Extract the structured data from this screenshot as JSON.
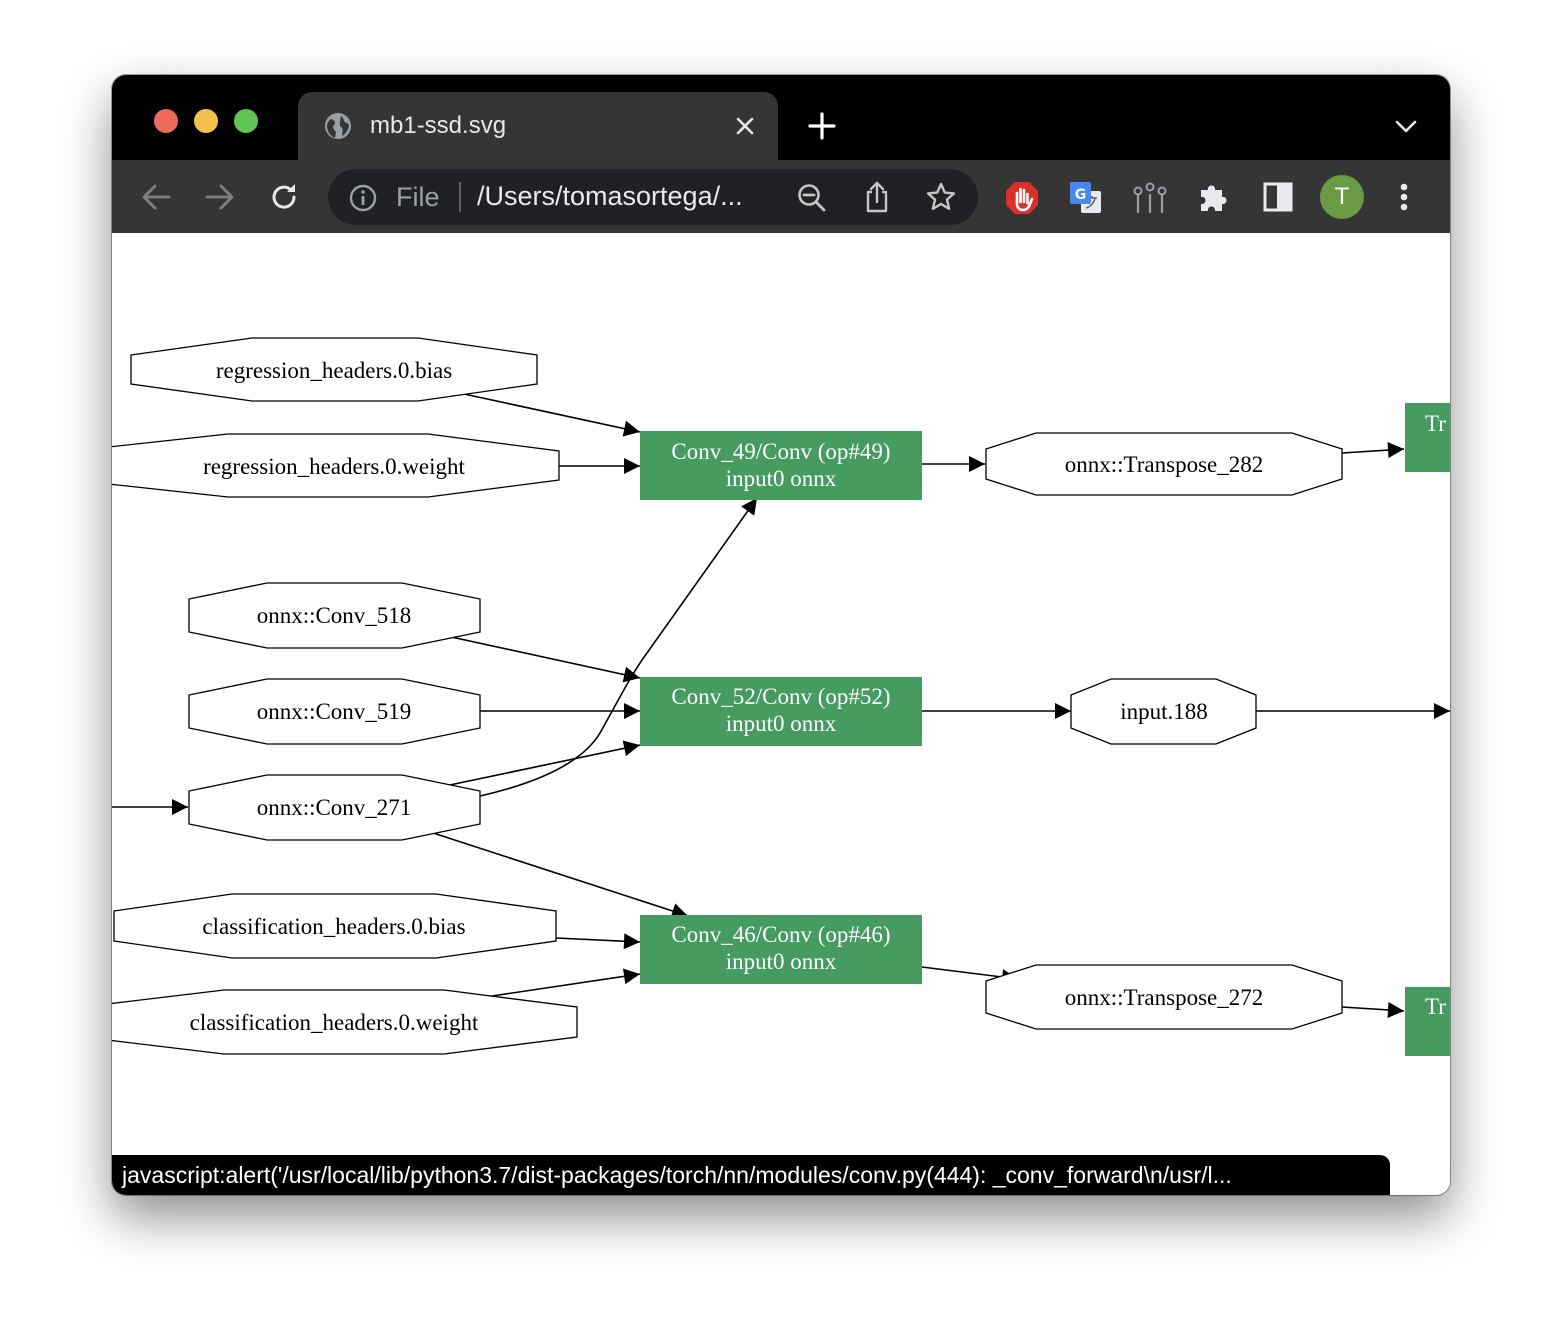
{
  "tab": {
    "title": "mb1-ssd.svg"
  },
  "address_bar": {
    "scheme": "File",
    "url": "/Users/tomasortega/..."
  },
  "profile": {
    "initial": "T",
    "color": "#6a9a43"
  },
  "colors": {
    "op_node_fill": "#459b60",
    "op_node_text": "#ffffff"
  },
  "graph": {
    "tensor_nodes": {
      "reg_bias": "regression_headers.0.bias",
      "reg_weight": "regression_headers.0.weight",
      "conv518": "onnx::Conv_518",
      "conv519": "onnx::Conv_519",
      "conv271": "onnx::Conv_271",
      "cls_bias": "classification_headers.0.bias",
      "cls_weight": "classification_headers.0.weight",
      "tr282": "onnx::Transpose_282",
      "input188": "input.188",
      "tr272": "onnx::Transpose_272"
    },
    "op_nodes": {
      "conv49": {
        "line1": "Conv_49/Conv (op#49)",
        "line2": "input0 onnx"
      },
      "conv52": {
        "line1": "Conv_52/Conv (op#52)",
        "line2": "input0 onnx"
      },
      "conv46": {
        "line1": "Conv_46/Conv (op#46)",
        "line2": "input0 onnx"
      },
      "cut_top": "Tr",
      "cut_bottom": "Tr"
    }
  },
  "status_bar": {
    "text": "javascript:alert('/usr/local/lib/python3.7/dist-packages/torch/nn/modules/conv.py(444): _conv_forward\\n/usr/l..."
  }
}
